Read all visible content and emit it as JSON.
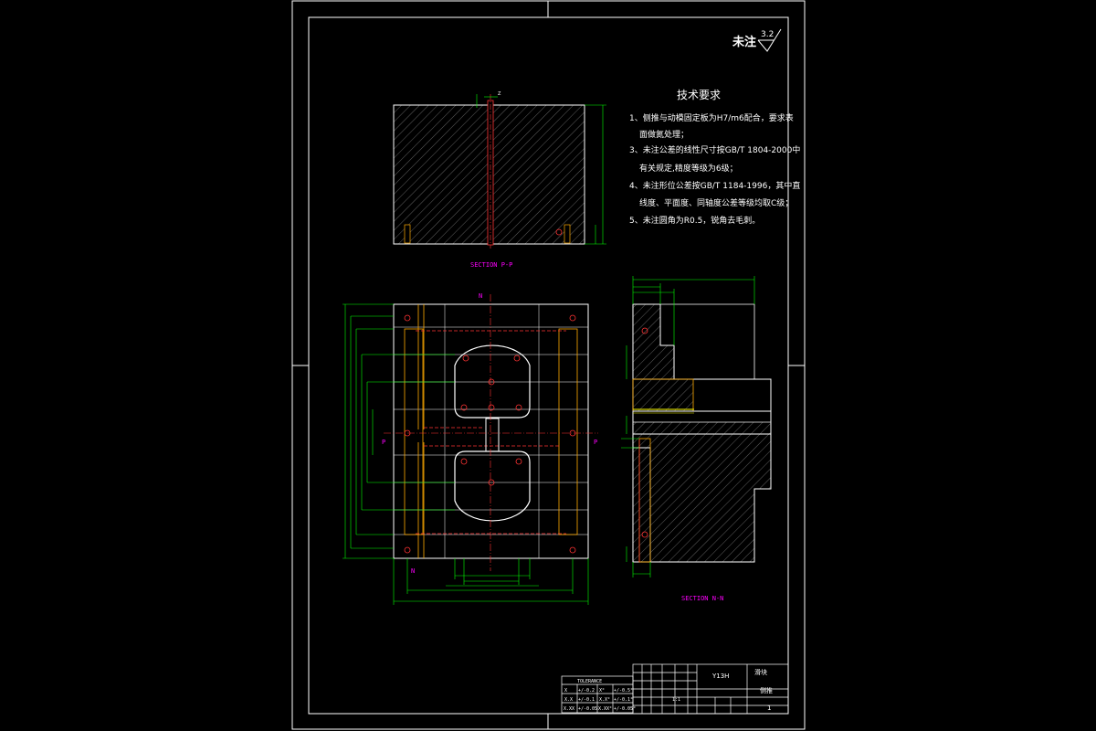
{
  "roughness": {
    "label": "未注",
    "value": "3.2"
  },
  "tech": {
    "title": "技术要求",
    "lines": [
      "1、侧推与动模固定板为H7/m6配合，要求表",
      "面做氮处理；",
      "3、未注公差的线性尺寸按GB/T 1804-2000中",
      "有关规定,精度等级为6级；",
      "4、未注形位公差按GB/T 1184-1996，其中直",
      "线度、平面度、同轴度公差等级均取C级；",
      "5、未注圆角为R0.5，锐角去毛刺。"
    ]
  },
  "sections": {
    "pp": "SECTION P-P",
    "nn": "SECTION N-N",
    "n_label": "N",
    "p_label": "P",
    "z_label": "Z"
  },
  "tolerance": {
    "header": "TOLERANCE",
    "rows": [
      [
        "X",
        "+/-0.2",
        "X°",
        "+/-0.5°"
      ],
      [
        "X.X",
        "+/-0.1",
        "X.X°",
        "+/-0.1°"
      ],
      [
        "X.XX",
        "+/-0.05",
        "X.XX°",
        "+/-0.05°"
      ]
    ]
  },
  "titleblock": {
    "material": "Y13H",
    "part_name": "侧推",
    "owner": "滑块",
    "scale": "1:1",
    "sheet": "1"
  }
}
